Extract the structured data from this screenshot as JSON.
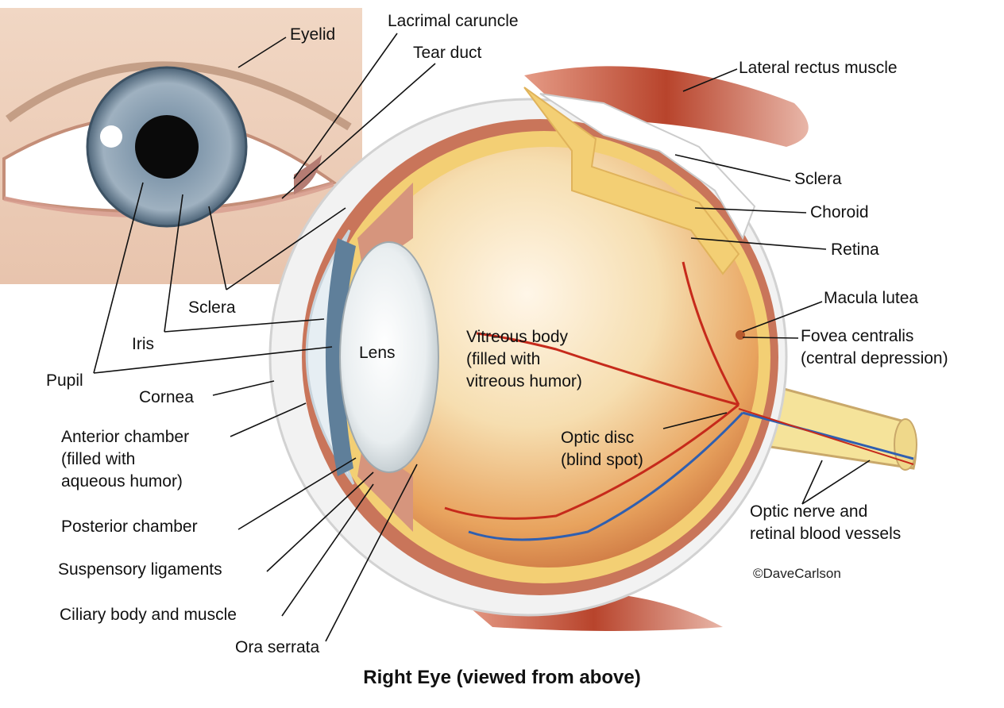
{
  "title": "Right Eye (viewed from above)",
  "credit": "©DaveCarlson",
  "colors": {
    "sclera": "#f2f2f2",
    "choroid": "#c9755a",
    "retina": "#f3cf74",
    "vitreous": "#f5d49a",
    "muscle": "#b8442c",
    "iris": "#5f7f9a",
    "vessel_red": "#c62a1b",
    "vessel_blue": "#2f5fb0"
  },
  "labels": {
    "eyelid": "Eyelid",
    "lacrimal_caruncle": "Lacrimal caruncle",
    "tear_duct": "Tear duct",
    "lateral_rectus": "Lateral rectus muscle",
    "sclera_right": "Sclera",
    "choroid": "Choroid",
    "retina": "Retina",
    "macula": "Macula lutea",
    "fovea_1": "Fovea centralis",
    "fovea_2": "(central depression)",
    "sclera_left": "Sclera",
    "iris": "Iris",
    "pupil": "Pupil",
    "cornea": "Cornea",
    "lens": "Lens",
    "vitreous_1": "Vitreous body",
    "vitreous_2": "(filled with",
    "vitreous_3": "vitreous humor)",
    "anterior_1": "Anterior chamber",
    "anterior_2": "(filled with",
    "anterior_3": "aqueous humor)",
    "optic_disc_1": "Optic disc",
    "optic_disc_2": "(blind spot)",
    "optic_nerve_1": "Optic nerve and",
    "optic_nerve_2": "retinal blood vessels",
    "posterior_chamber": "Posterior chamber",
    "suspensory": "Suspensory ligaments",
    "ciliary": "Ciliary body and muscle",
    "ora_serrata": "Ora serrata"
  }
}
